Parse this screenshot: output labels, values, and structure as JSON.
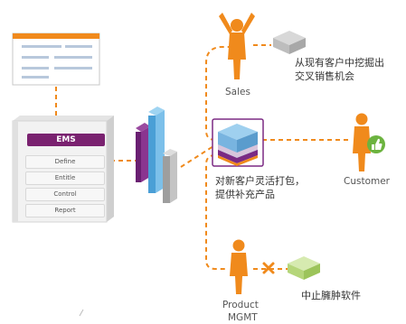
{
  "ems": {
    "title": "EMS",
    "items": [
      "Define",
      "Entitle",
      "Control",
      "Report"
    ]
  },
  "nodes": {
    "sales": {
      "label": "Sales",
      "desc_line1": "从现有客户中挖掘出",
      "desc_line2": "交叉销售机会"
    },
    "customer": {
      "label": "Customer"
    },
    "bundle": {
      "desc_line1": "对新客户灵活打包，",
      "desc_line2": "提供补充产品"
    },
    "product": {
      "label_line1": "Product",
      "label_line2": "MGMT",
      "desc": "中止臃肿软件"
    }
  },
  "colors": {
    "accent_orange": "#f08a1c",
    "ems_purple": "#7a2270",
    "bar_purple": "#7b2a84",
    "bar_blue": "#5aaee0",
    "bar_gray": "#b8b8b8",
    "thumb_green": "#6cb33f",
    "x_mark": "#f08a1c"
  },
  "icons": [
    "window-form-icon",
    "ems-server-icon",
    "bar-chart-icon",
    "product-box-icon",
    "person-cheering-icon",
    "person-thumbs-up-icon",
    "person-standing-icon",
    "gray-box-icon",
    "green-box-icon",
    "x-mark-icon"
  ]
}
